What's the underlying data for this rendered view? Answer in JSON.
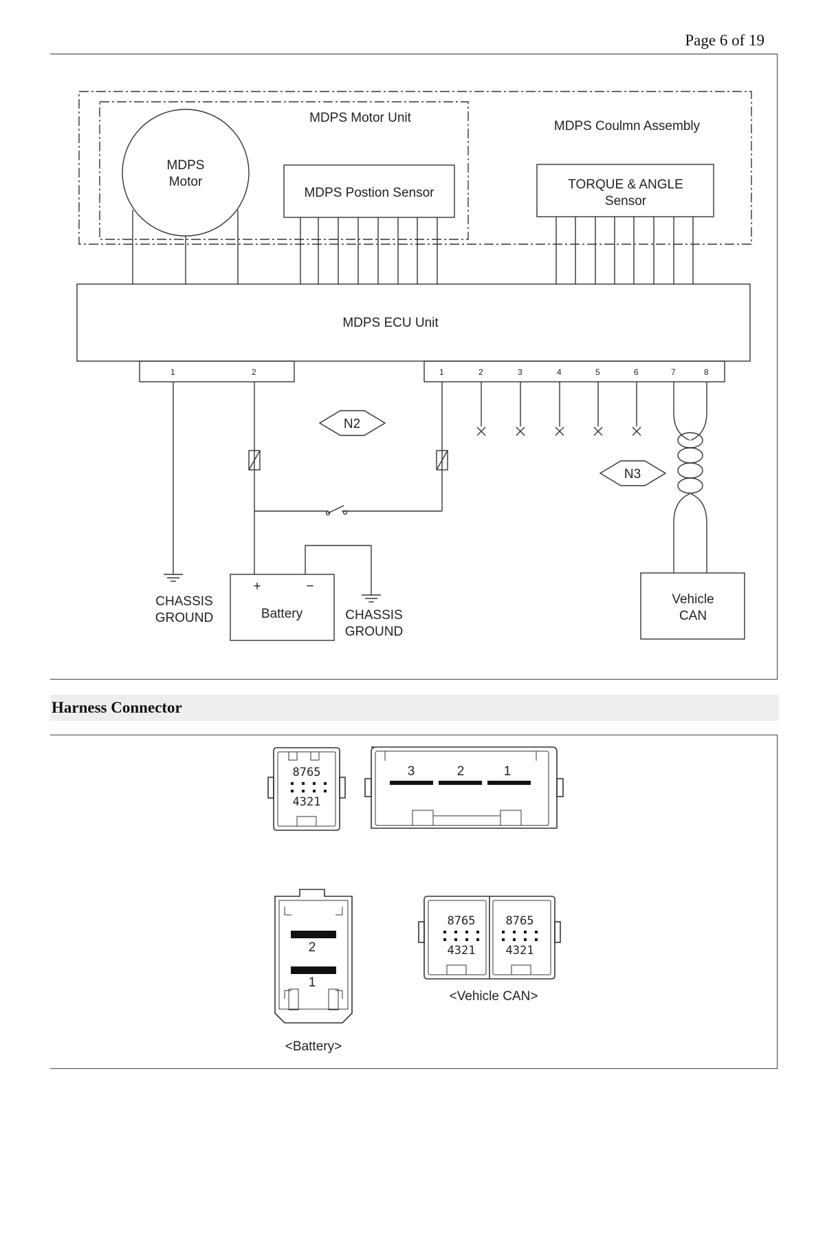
{
  "header": {
    "page": "Page 6 of 19"
  },
  "wiring": {
    "column_assembly": "MDPS Coulmn Assembly",
    "motor_unit": "MDPS Motor Unit",
    "motor": [
      "MDPS",
      "Motor"
    ],
    "position_sensor": "MDPS Postion Sensor",
    "torque_sensor": [
      "TORQUE & ANGLE",
      "Sensor"
    ],
    "ecu": "MDPS ECU Unit",
    "connector_a_pins": [
      "1",
      "2"
    ],
    "connector_b_pins": [
      "1",
      "2",
      "3",
      "4",
      "5",
      "6",
      "7",
      "8"
    ],
    "n2": "N2",
    "n3": "N3",
    "chassis_ground": [
      "CHASSIS",
      "GROUND"
    ],
    "battery": "Battery",
    "battery_plus": "+",
    "battery_minus": "−",
    "vehicle_can": [
      "Vehicle",
      "CAN"
    ]
  },
  "section": {
    "title": "Harness Connector"
  },
  "connectors": {
    "small_top": "8765",
    "small_bottom": "4321",
    "large_pins": [
      "3",
      "2",
      "1"
    ],
    "battery_pins": [
      "2",
      "1"
    ],
    "battery_caption": "<Battery>",
    "can_top": "8765",
    "can_bottom": "4321",
    "can_caption": "<Vehicle CAN>"
  }
}
